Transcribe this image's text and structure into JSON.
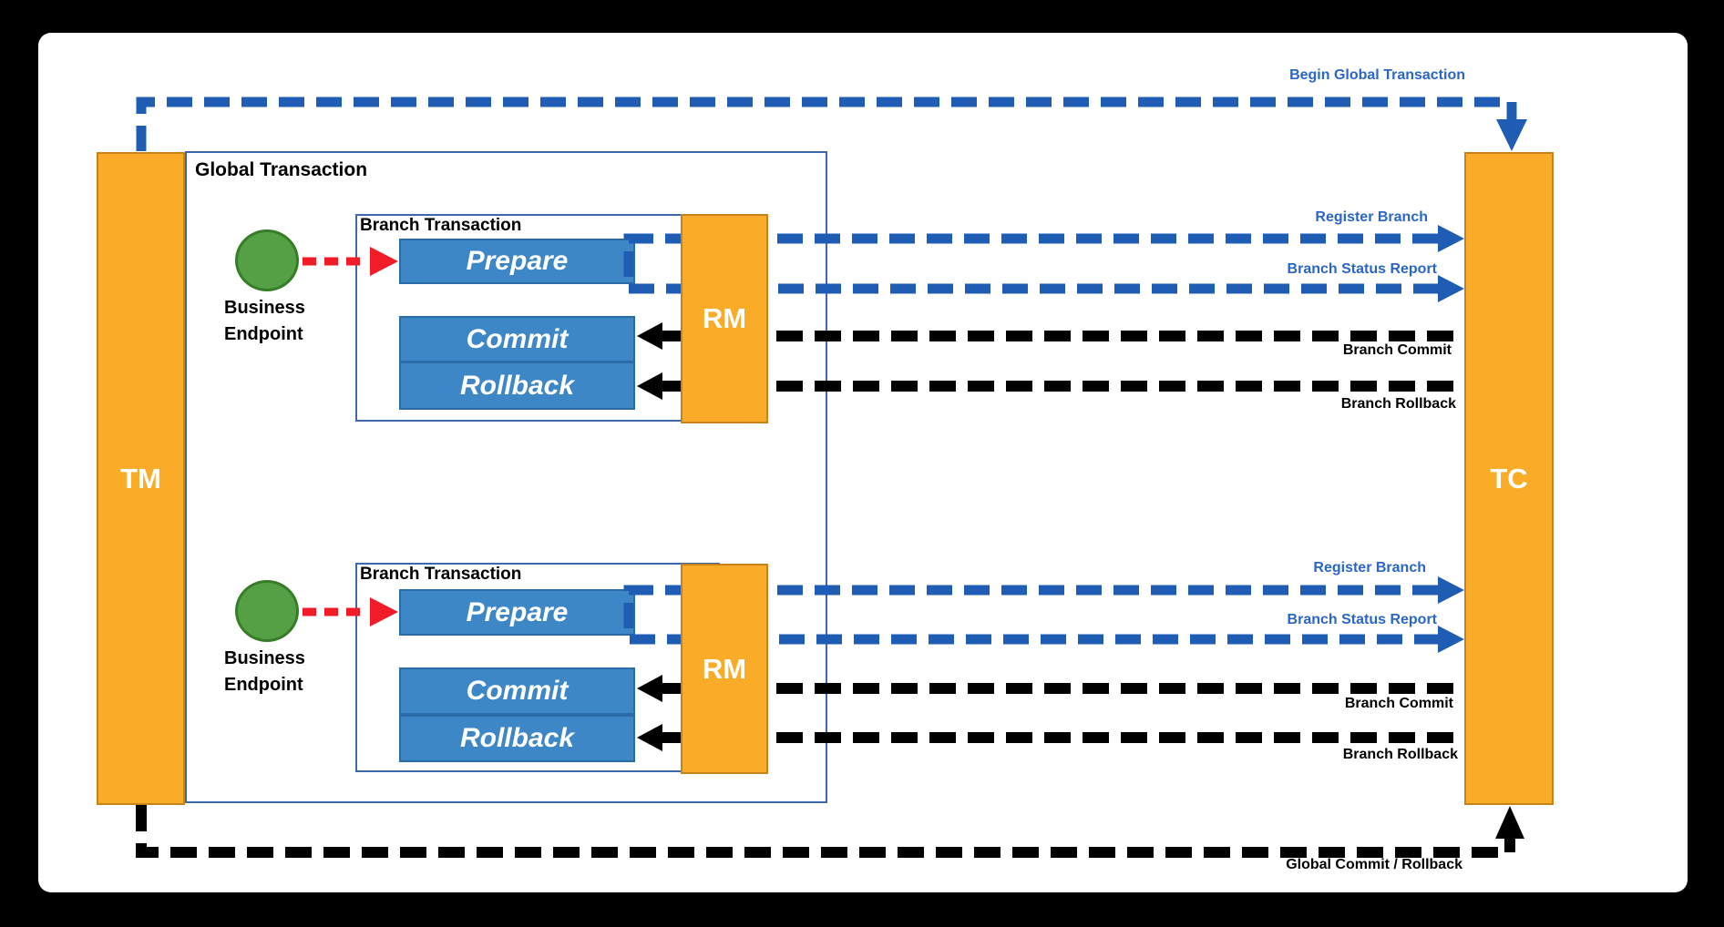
{
  "diagram": {
    "actors": {
      "tm": "TM",
      "tc": "TC"
    },
    "global_transaction": {
      "label": "Global Transaction"
    },
    "messages": {
      "begin": "Begin Global Transaction",
      "global_commit": "Global Commit / Rollback"
    },
    "branches": [
      {
        "box_label": "Branch Transaction",
        "endpoint": "Business Endpoint",
        "rm": "RM",
        "prepare": "Prepare",
        "commit": "Commit",
        "rollback": "Rollback",
        "register": "Register Branch",
        "status_report": "Branch Status Report",
        "branch_commit": "Branch Commit",
        "branch_rollback": "Branch Rollback"
      },
      {
        "box_label": "Branch Transaction",
        "endpoint": "Business Endpoint",
        "rm": "RM",
        "prepare": "Prepare",
        "commit": "Commit",
        "rollback": "Rollback",
        "register": "Register Branch",
        "status_report": "Branch Status Report",
        "branch_commit": "Branch Commit",
        "branch_rollback": "Branch Rollback"
      }
    ],
    "colors": {
      "orange": "#FAAB28",
      "orange_border": "#C8821A",
      "step_blue": "#3E87C6",
      "step_blue_border": "#2B6CA8",
      "line_blue": "#1F5CB3",
      "label_blue": "#2A66C8",
      "frame_blue": "#3D68AE",
      "green": "#55A045",
      "green_border": "#377D28",
      "red": "#F11C28",
      "black": "#000000",
      "white": "#FFFFFF"
    }
  }
}
